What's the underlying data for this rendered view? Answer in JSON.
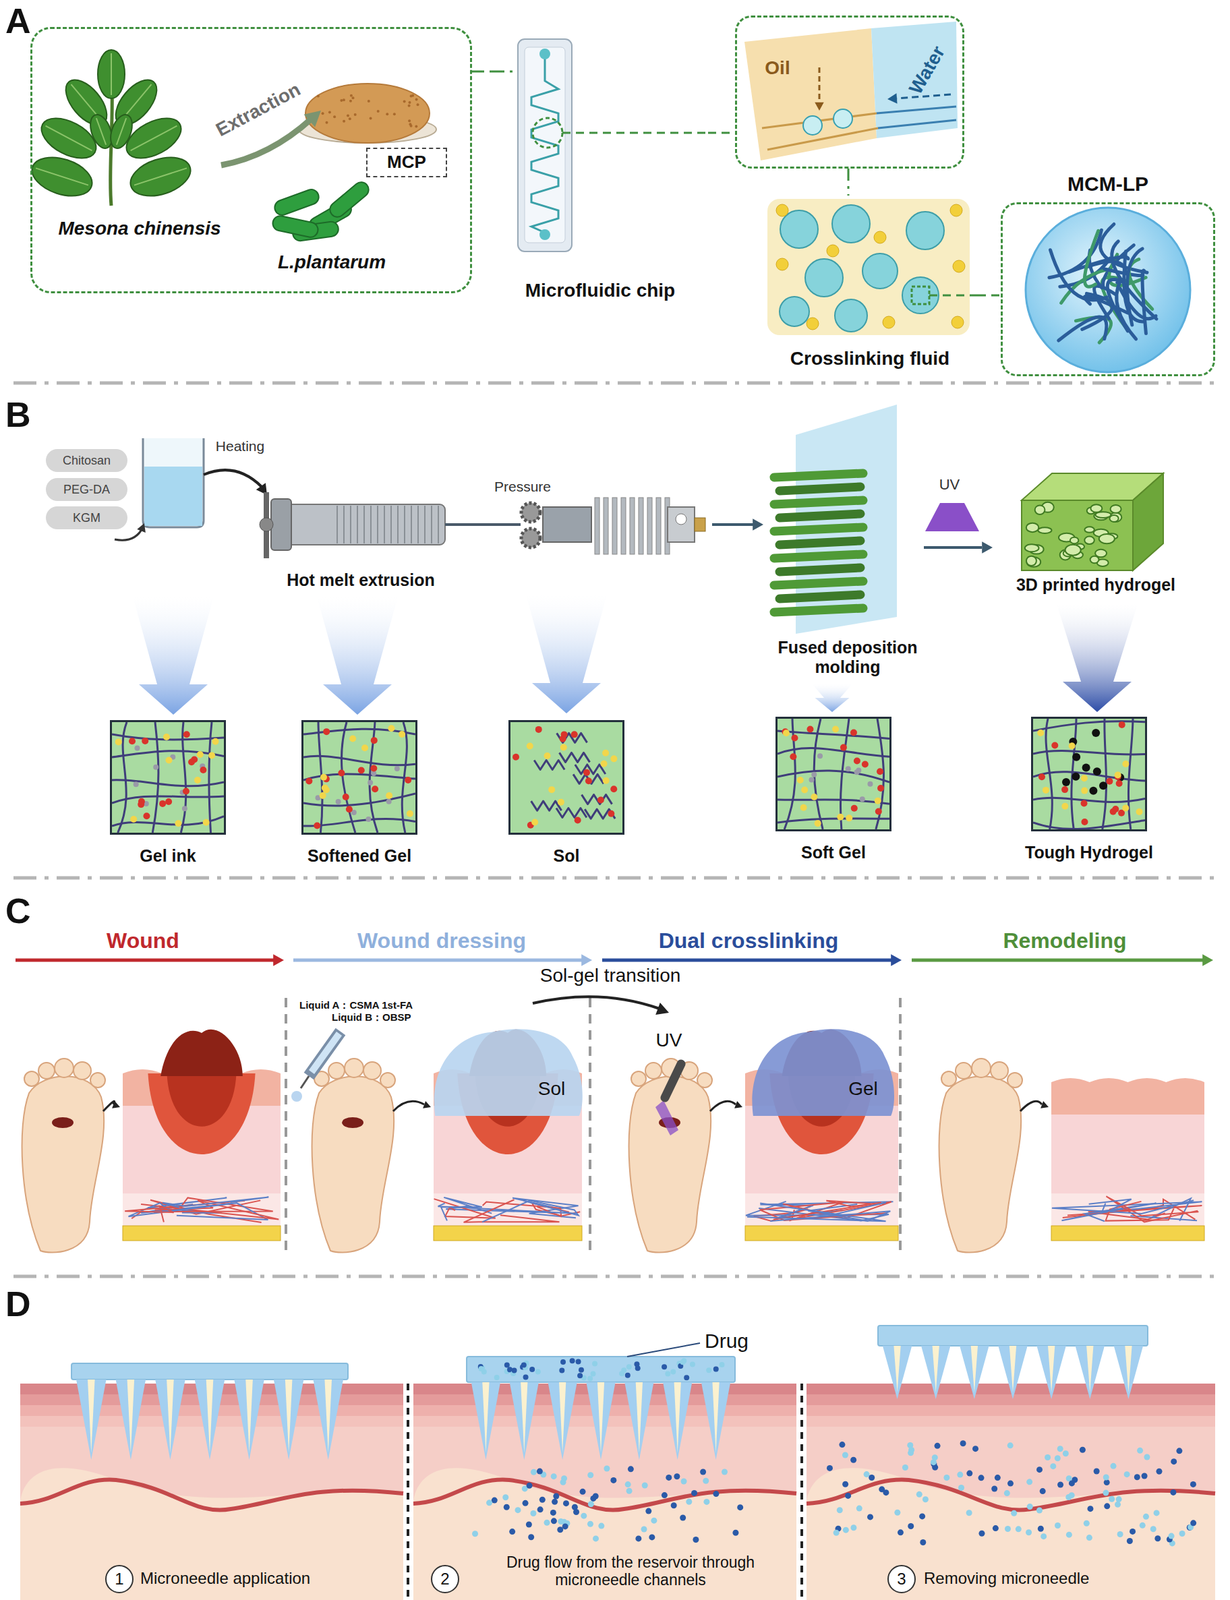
{
  "diagram": {
    "nodes": [
      {
        "text": [
          "Extraction",
          "Mesona chinensis",
          "L.plantarum"
        ]
      },
      {
        "text": [
          "MCP"
        ],
        "in": 0
      },
      {
        "text": [
          "Microfluidic chip"
        ]
      },
      {
        "text": [
          "Oil",
          "Water"
        ]
      },
      {
        "text": [
          "Crosslinking fluid"
        ]
      },
      {
        "text": [
          "MCM-LP"
        ]
      },
      {
        "text": [
          "Chitosan"
        ]
      },
      {
        "text": [
          "PEG-DA"
        ]
      },
      {
        "text": [
          "KGM"
        ]
      },
      {
        "text": [
          "Gel ink"
        ]
      },
      {
        "text": [
          "Softened Gel"
        ]
      },
      {
        "text": [
          "Sol"
        ]
      },
      {
        "text": [
          "Soft Gel"
        ]
      },
      {
        "text": [
          "Tough Hydrogel"
        ]
      },
      {
        "text": [
          "Sol"
        ]
      },
      {
        "text": [
          "Gel"
        ]
      },
      {
        "text": [
          "1"
        ]
      },
      {
        "text": [
          "2"
        ]
      },
      {
        "text": [
          "3"
        ]
      }
    ],
    "edges": [
      {
        "from": 0,
        "to": 2,
        "arrow": "none"
      },
      {
        "from": 2,
        "to": 3,
        "arrow": "none"
      },
      {
        "from": 3,
        "to": 4,
        "arrow": "none"
      },
      {
        "from": 4,
        "to": 5,
        "arrow": "none"
      }
    ],
    "labels": [
      "A",
      "B",
      "C",
      "D",
      "Heating",
      "Hot melt extrusion",
      "Pressure",
      "Fused deposition molding",
      "UV",
      "3D printed hydrogel",
      "Wound",
      "Wound dressing",
      "Dual crosslinking",
      "Remodeling",
      "Sol-gel transition",
      "Liquid A：CSMA 1st-FA",
      "Liquid B：OBSP",
      "UV",
      "Drug",
      "Microneedle application",
      "Drug flow from the reservoir through microneedle channels",
      "Removing microneedle"
    ]
  }
}
